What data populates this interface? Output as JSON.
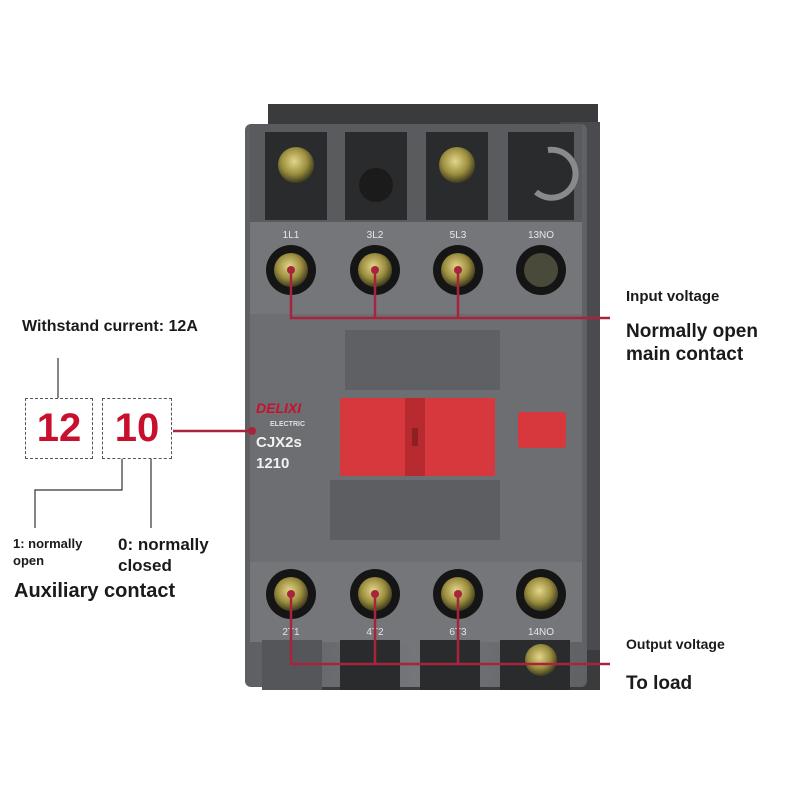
{
  "product": {
    "brand": "DELIXI",
    "brand_sub": "ELECTRIC",
    "model": "CJX2s",
    "model_number": "1210",
    "top_terminals": [
      "1L1",
      "3L2",
      "5L3",
      "13NO"
    ],
    "bottom_terminals": [
      "2T1",
      "4T2",
      "6T3",
      "14NO"
    ]
  },
  "annotations": {
    "withstand_current": "Withstand current: 12A",
    "code_current": "12",
    "code_aux": "10",
    "input_voltage": "Input voltage",
    "main_contact_line1": "Normally open",
    "main_contact_line2": "main contact",
    "aux_open_line1": "1: normally",
    "aux_open_line2": "open",
    "aux_closed_line1": "0: normally",
    "aux_closed_line2": "closed",
    "aux_contact": "Auxiliary contact",
    "output_voltage": "Output voltage",
    "to_load": "To load"
  },
  "colors": {
    "accent_red": "#c8102e",
    "leader_line": "#a8243c",
    "body_gray": "#6e7073",
    "button_red": "#d6383d"
  }
}
